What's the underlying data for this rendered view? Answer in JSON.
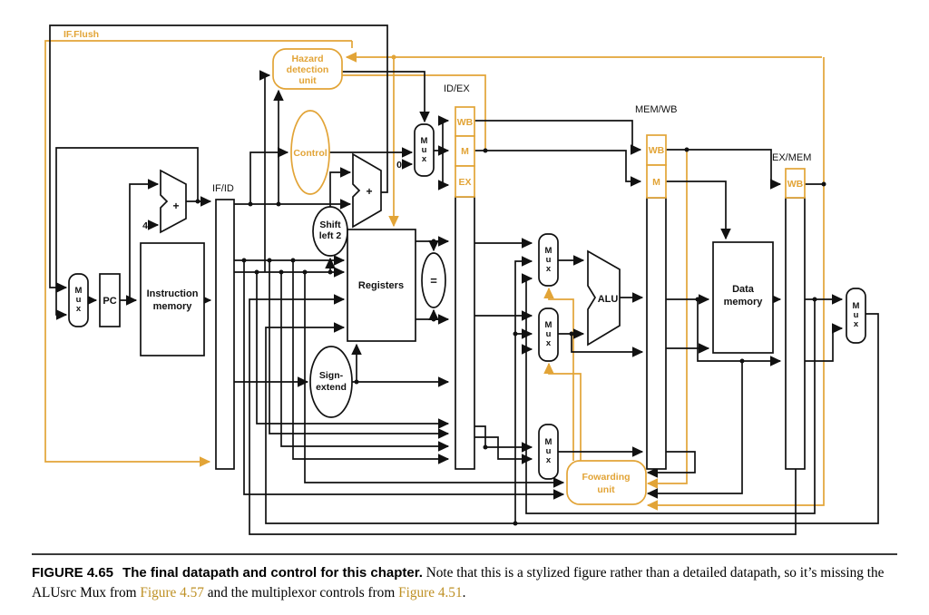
{
  "diagram": {
    "colors": {
      "gold": "#E2A437",
      "black": "#111111",
      "caption_link": "#BE9024"
    },
    "labels": {
      "if_flush": "IF.Flush",
      "hazard1": "Hazard",
      "hazard2": "detection",
      "hazard3": "unit",
      "control": "Control",
      "pc": "PC",
      "instruction": "Instruction",
      "memory_word": "memory",
      "ifid": "IF/ID",
      "idex": "ID/EX",
      "memwb": "MEM/WB",
      "exmem": "EX/MEM",
      "wb": "WB",
      "m": "M",
      "ex": "EX",
      "mux_m": "M",
      "mux_u": "u",
      "mux_x": "x",
      "plus": "+",
      "four": "4",
      "zero": "0",
      "shift1": "Shift",
      "shift2": "left 2",
      "registers": "Registers",
      "equals": "=",
      "sign1": "Sign-",
      "sign2": "extend",
      "alu": "ALU",
      "data1": "Data",
      "forward1": "Fowarding",
      "forward2": "unit"
    }
  },
  "caption": {
    "figure_label": "FIGURE 4.65",
    "title": "The final datapath and control for this chapter.",
    "body1": "Note that this is a stylized figure rather than a detailed datapath, so it’s missing the ALUsrc Mux from ",
    "link1": "Figure 4.57",
    "body2": " and the multiplexor controls from ",
    "link2": "Figure 4.51",
    "body3": "."
  }
}
